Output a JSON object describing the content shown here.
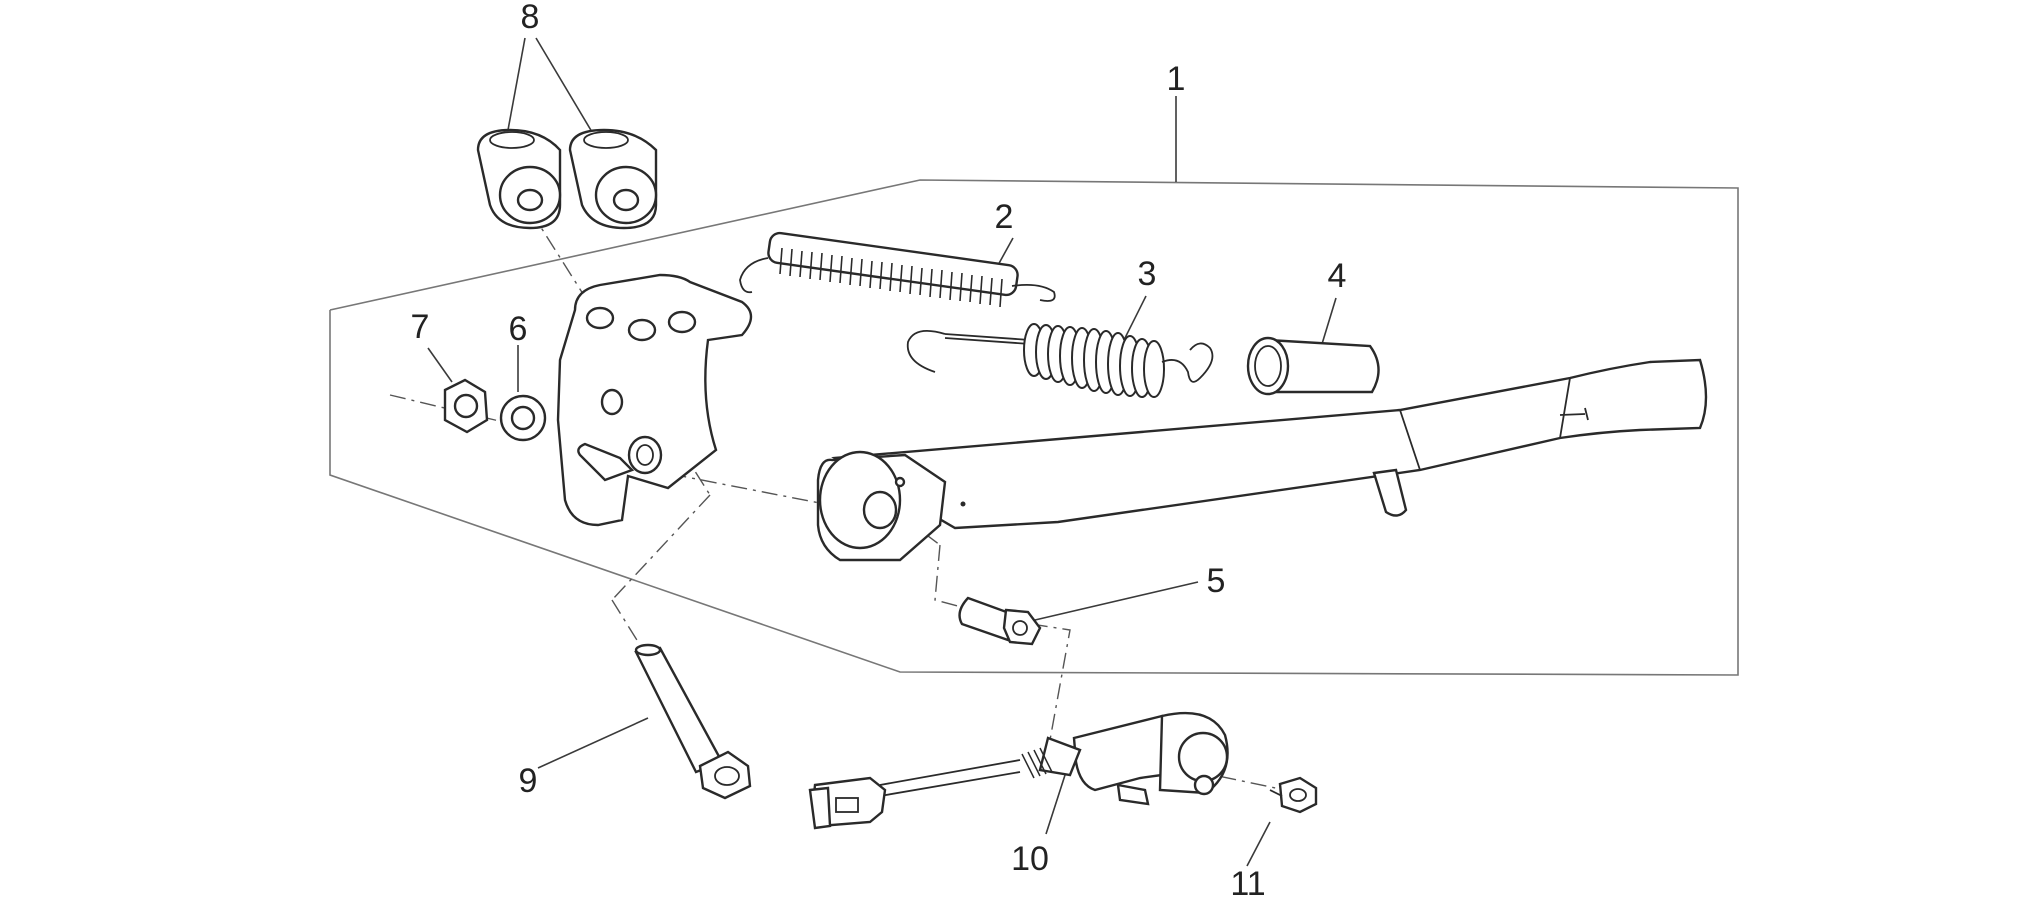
{
  "diagram": {
    "labels": [
      {
        "id": "1",
        "text": "1"
      },
      {
        "id": "2",
        "text": "2"
      },
      {
        "id": "3",
        "text": "3"
      },
      {
        "id": "4",
        "text": "4"
      },
      {
        "id": "5",
        "text": "5"
      },
      {
        "id": "6",
        "text": "6"
      },
      {
        "id": "7",
        "text": "7"
      },
      {
        "id": "8",
        "text": "8"
      },
      {
        "id": "9",
        "text": "9"
      },
      {
        "id": "10",
        "text": "10"
      },
      {
        "id": "11",
        "text": "11"
      }
    ],
    "colors": {
      "line": "#2a2a2a",
      "background": "#ffffff"
    }
  }
}
